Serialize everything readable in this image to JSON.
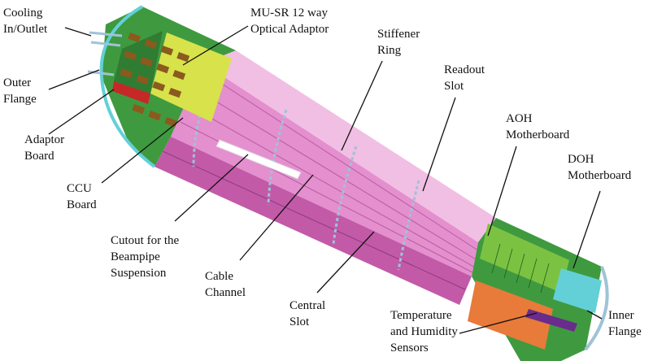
{
  "labels": {
    "cooling": {
      "l1": "Cooling",
      "l2": "In/Outlet"
    },
    "musr": {
      "l1": "MU-SR 12 way",
      "l2": "Optical Adaptor"
    },
    "stiffener": {
      "l1": "Stiffener",
      "l2": "Ring"
    },
    "readout": {
      "l1": "Readout",
      "l2": "Slot"
    },
    "aoh": {
      "l1": "AOH",
      "l2": "Motherboard"
    },
    "doh": {
      "l1": "DOH",
      "l2": "Motherboard"
    },
    "outer_flange": {
      "l1": "Outer",
      "l2": "Flange"
    },
    "adaptor": {
      "l1": "Adaptor",
      "l2": "Board"
    },
    "ccu": {
      "l1": "CCU",
      "l2": "Board"
    },
    "cutout": {
      "l1": "Cutout for the",
      "l2": "Beampipe",
      "l3": "Suspension"
    },
    "cable": {
      "l1": "Cable",
      "l2": "Channel"
    },
    "central": {
      "l1": "Central",
      "l2": "Slot"
    },
    "temperature": {
      "l1": "Temperature",
      "l2": "and Humidity",
      "l3": "Sensors"
    },
    "inner_flange": {
      "l1": "Inner",
      "l2": "Flange"
    }
  },
  "colors": {
    "tube_pink": "#e48fce",
    "tube_pink_dark": "#c25aa8",
    "tube_pink_light": "#f1bfe3",
    "ring_blue": "#9fc3d6",
    "board_green": "#3f9a3f",
    "board_yellow": "#d8e24a",
    "board_orange": "#e87a3a",
    "board_cyan": "#63d0d8",
    "connector_brown": "#8a5a1e"
  }
}
